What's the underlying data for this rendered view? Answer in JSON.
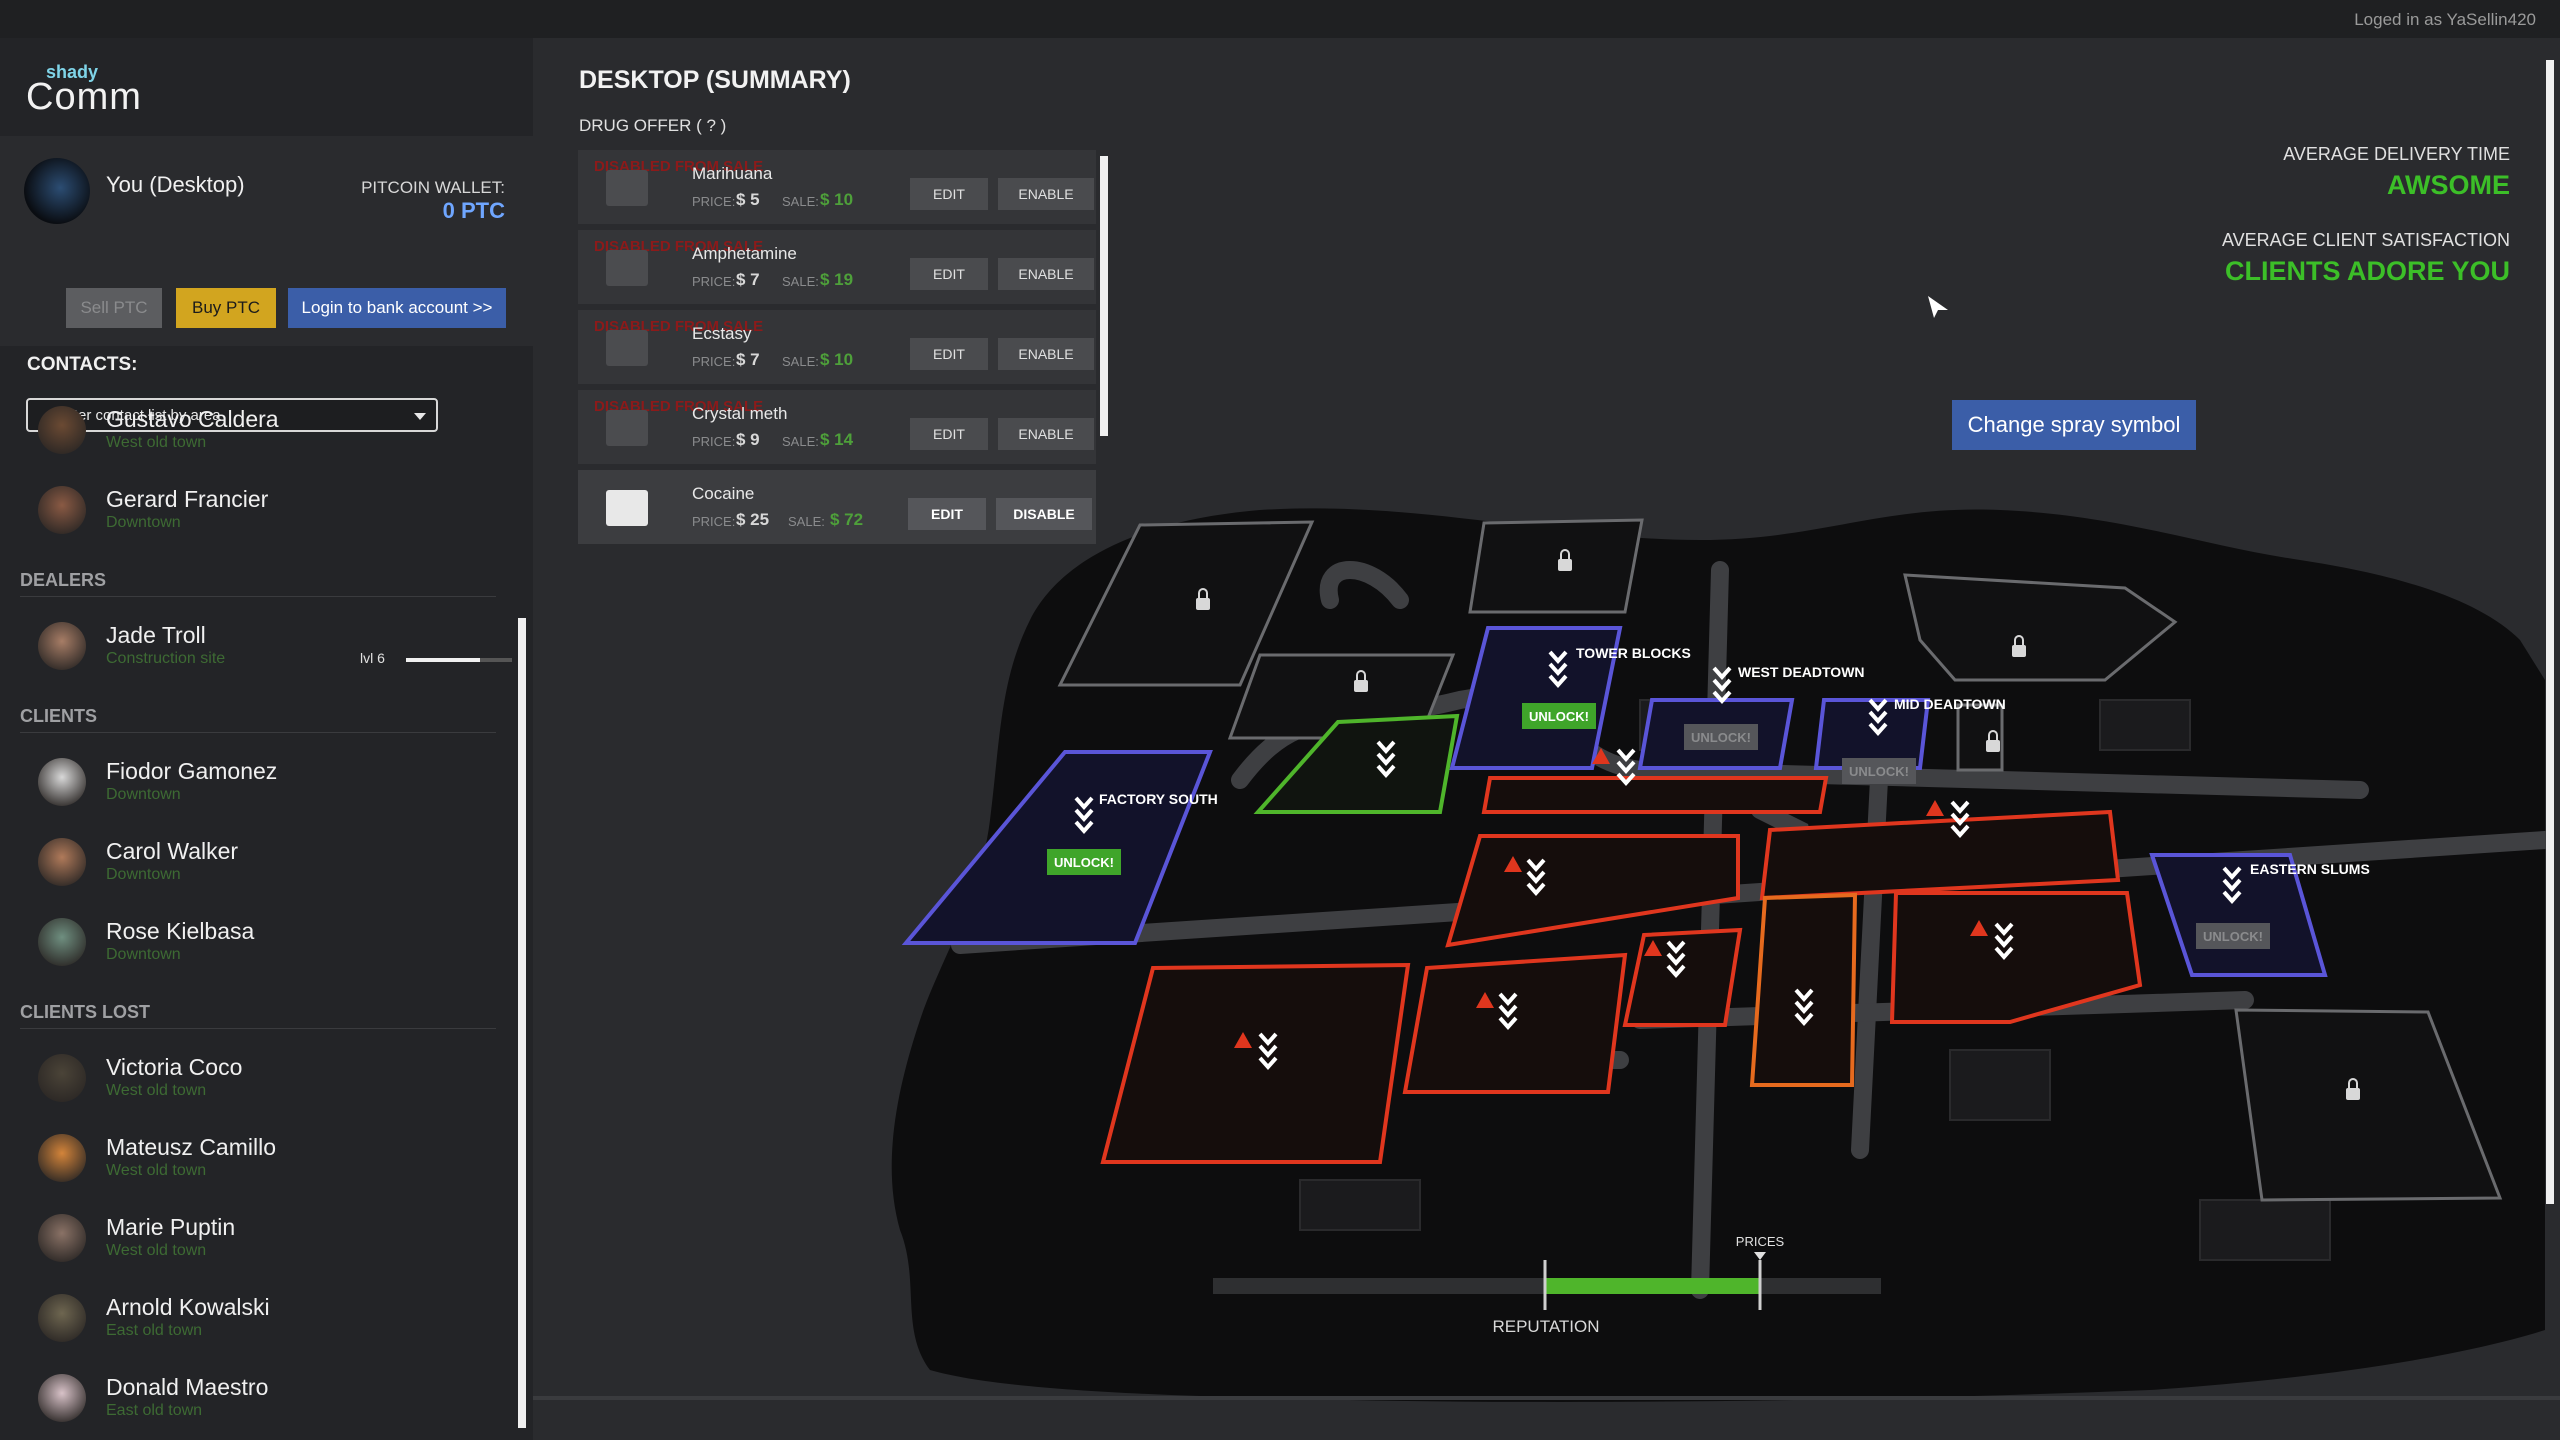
{
  "topbar": {
    "login_status": "Loged in as YaSellin420"
  },
  "logo": {
    "small": "shady",
    "big": "Comm"
  },
  "profile": {
    "name": "You (Desktop)",
    "wallet_label": "PITCOIN WALLET:",
    "wallet_value": "0 PTC",
    "sell_label": "Sell PTC",
    "buy_label": "Buy PTC",
    "bank_label": "Login to bank account >>"
  },
  "contacts": {
    "label": "CONTACTS:",
    "filter_placeholder": "Filter contact list by area",
    "top": [
      {
        "name": "Gustavo Caldera",
        "area": "West old town",
        "color": "#6b4a33"
      },
      {
        "name": "Gerard Francier",
        "area": "Downtown",
        "color": "#8a5a44"
      }
    ],
    "dealers_label": "DEALERS",
    "dealers": [
      {
        "name": "Jade Troll",
        "area": "Construction site",
        "color": "#a77d66",
        "level": "lvl 6",
        "level_fraction": 0.7
      }
    ],
    "clients_label": "CLIENTS",
    "clients": [
      {
        "name": "Fiodor Gamonez",
        "area": "Downtown",
        "color": "#d8d8d8"
      },
      {
        "name": "Carol Walker",
        "area": "Downtown",
        "color": "#b07a5a"
      },
      {
        "name": "Rose Kielbasa",
        "area": "Downtown",
        "color": "#6f8f80"
      }
    ],
    "lost_label": "CLIENTS LOST",
    "lost": [
      {
        "name": "Victoria Coco",
        "area": "West old town",
        "color": "#4b4438"
      },
      {
        "name": "Mateusz Camillo",
        "area": "West old town",
        "color": "#d3843a"
      },
      {
        "name": "Marie Puptin",
        "area": "West old town",
        "color": "#8a7266"
      },
      {
        "name": "Arnold Kowalski",
        "area": "East old town",
        "color": "#6e6650"
      },
      {
        "name": "Donald Maestro",
        "area": "East old town",
        "color": "#d8c2c8"
      }
    ]
  },
  "main": {
    "title": "DESKTOP (SUMMARY)",
    "offer_label": "DRUG OFFER ( ? )",
    "offers": [
      {
        "name": "Marihuana",
        "price_label": "PRICE:",
        "price": "$ 5",
        "sale_label": "SALE:",
        "sale": "$ 10",
        "disabled": "DISABLED FROM SALE",
        "edit": "EDIT",
        "toggle": "ENABLE"
      },
      {
        "name": "Amphetamine",
        "price_label": "PRICE:",
        "price": "$ 7",
        "sale_label": "SALE:",
        "sale": "$ 19",
        "disabled": "DISABLED FROM SALE",
        "edit": "EDIT",
        "toggle": "ENABLE"
      },
      {
        "name": "Ecstasy",
        "price_label": "PRICE:",
        "price": "$ 7",
        "sale_label": "SALE:",
        "sale": "$ 10",
        "disabled": "DISABLED FROM SALE",
        "edit": "EDIT",
        "toggle": "ENABLE"
      },
      {
        "name": "Crystal meth",
        "price_label": "PRICE:",
        "price": "$ 9",
        "sale_label": "SALE:",
        "sale": "$ 14",
        "disabled": "DISABLED FROM SALE",
        "edit": "EDIT",
        "toggle": "ENABLE"
      },
      {
        "name": "Cocaine",
        "price_label": "PRICE:",
        "price": "$ 25",
        "sale_label": "SALE:",
        "sale": "$ 72",
        "disabled": "",
        "edit": "EDIT",
        "toggle": "DISABLE"
      }
    ],
    "delivery_label": "AVERAGE DELIVERY TIME",
    "delivery_value": "AWSOME",
    "satisfaction_label": "AVERAGE CLIENT SATISFACTION",
    "satisfaction_value": "CLIENTS ADORE YOU",
    "spray_label": "Change spray symbol"
  },
  "map": {
    "districts": {
      "tower_blocks": "TOWER BLOCKS",
      "west_deadtown": "WEST DEADTOWN",
      "mid_deadtown": "MID DEADTOWN",
      "factory_south": "FACTORY SOUTH",
      "eastern_slums": "EASTERN SLUMS"
    },
    "unlock_label": "UNLOCK!",
    "prices_label": "PRICES",
    "reputation_label": "REPUTATION"
  },
  "colors": {
    "accent_blue": "#3b5ea8",
    "accent_green": "#3cbf28",
    "warning_red": "#e0361e",
    "owned_green": "#4fb52b",
    "district_blue": "#5a55d8"
  },
  "icons": [
    "lock-icon",
    "warning-icon",
    "chevron-down-icon",
    "cursor-icon",
    "caret-down-icon"
  ]
}
